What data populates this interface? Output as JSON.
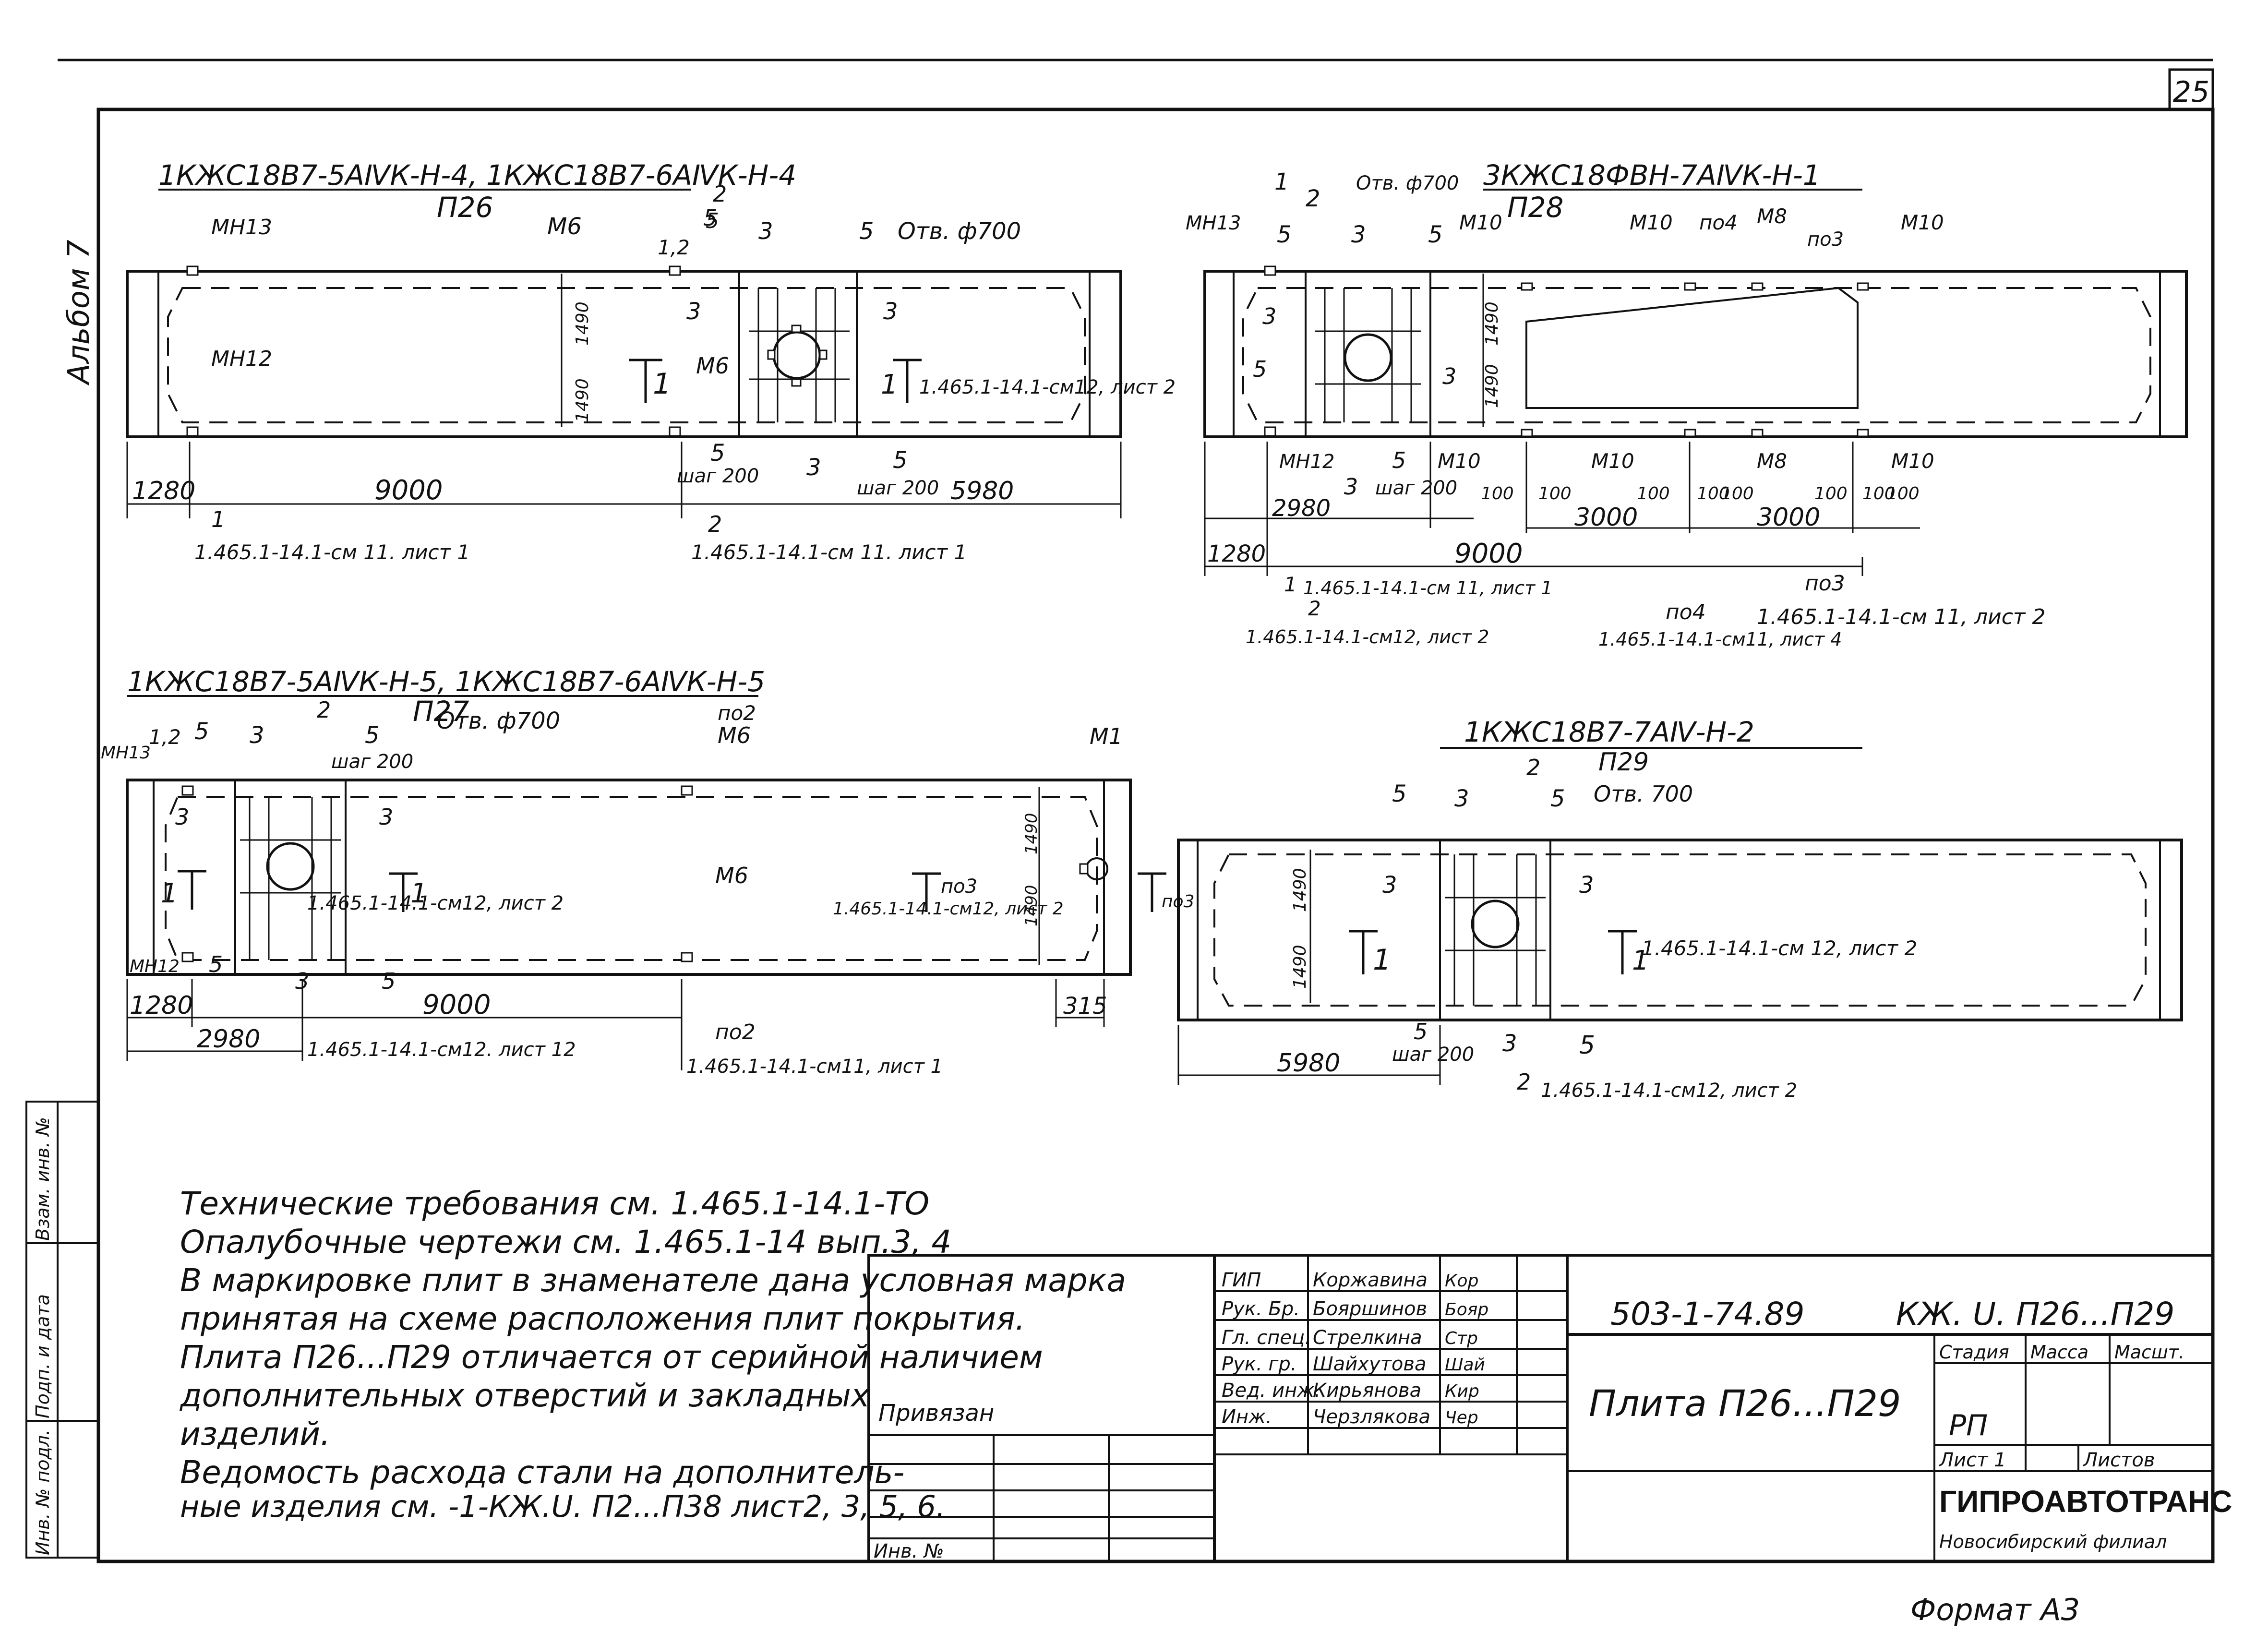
{
  "sheet": {
    "page_number": "25",
    "album_label": "Альбом 7",
    "format_label": "Формат А3"
  },
  "plates": {
    "p26": {
      "marks": "1КЖС18В7-5АⅣК-Н-4, 1КЖС18В7-6АⅣК-Н-4",
      "name": "П26",
      "dims": [
        "1280",
        "9000",
        "5980"
      ],
      "labels": [
        "МН13",
        "МН12",
        "М6",
        "М6",
        "1,2",
        "3",
        "3",
        "3",
        "5",
        "5",
        "Отв. ф700",
        "1490",
        "1490",
        "5",
        "шаг 200",
        "3",
        "5",
        "шаг 200"
      ],
      "sec_marks": [
        "2",
        "5",
        "1",
        "2"
      ],
      "refs": [
        "1.465.1-14.1-см 11. лист 1",
        "1.465.1-14.1-см 11. лист 1",
        "1.465.1-14.1-см12, лист 2"
      ]
    },
    "p28": {
      "marks": "3КЖС18ФВН-7АⅣК-Н-1",
      "name": "П28",
      "dims": [
        "2980",
        "1280",
        "9000",
        "3000",
        "3000",
        "100",
        "100",
        "100",
        "100",
        "100",
        "100",
        "100",
        "100"
      ],
      "labels": [
        "МН13",
        "1",
        "2",
        "Отв. ф700",
        "5",
        "3",
        "5",
        "М10",
        "М10",
        "по4",
        "М8",
        "по3",
        "М10",
        "3",
        "5",
        "3",
        "1490",
        "1490",
        "МН12",
        "5",
        "3",
        "шаг 200",
        "М10",
        "М10",
        "М8",
        "М10"
      ],
      "refs": [
        "1.465.1-14.1-см 11, лист 1",
        "1.465.1-14.1-см12, лист 2",
        "по4",
        "1.465.1-14.1-см11, лист 4",
        "по3",
        "1.465.1-14.1-см 11, лист 2",
        "1",
        "2"
      ]
    },
    "p27": {
      "marks": "1КЖС18В7-5АⅣК-Н-5, 1КЖС18В7-6АⅣК-Н-5",
      "name": "П27",
      "dims": [
        "1280",
        "9000",
        "2980",
        "315"
      ],
      "labels": [
        "МН13",
        "1,2",
        "5",
        "3",
        "5",
        "шаг 200",
        "Отв. ф700",
        "по2",
        "М6",
        "М1",
        "3",
        "3",
        "М6",
        "1490",
        "1490",
        "МН12",
        "5",
        "3",
        "5",
        "по3",
        "по3"
      ],
      "sec_marks": [
        "2"
      ],
      "refs": [
        "1.465.1-14.1-см12, лист 2",
        "1.465.1-14.1-см12, лист 2",
        "1.465.1-14.1-см12. лист 12",
        "по2",
        "1.465.1-14.1-см11, лист 1"
      ]
    },
    "p29": {
      "marks": "1КЖС18В7-7АⅣ-Н-2",
      "name": "П29",
      "dims": [
        "5980"
      ],
      "labels": [
        "5",
        "3",
        "2",
        "5",
        "Отв. 700",
        "3",
        "3",
        "1490",
        "1490",
        "5",
        "шаг 200",
        "3",
        "5"
      ],
      "refs": [
        "1.465.1-14.1-см 12, лист 2",
        "2",
        "1.465.1-14.1-см12, лист 2"
      ]
    }
  },
  "notes": [
    "Технические требования см. 1.465.1-14.1-ТО",
    "Опалубочные чертежи см. 1.465.1-14 вып.3, 4",
    "В маркировке плит в знаменателе дана условная марка",
    "принятая на схеме расположения плит покрытия.",
    "Плита П26...П29 отличается от серийной наличием",
    "дополнительных отверстий и закладных",
    "изделий.",
    "Ведомость расхода стали на дополнитель-",
    "ные изделия см. -1-КЖ.U. П2...П38 лист2, 3, 5, 6."
  ],
  "left_strip": [
    "Инв. № подл.",
    "Подп. и дата",
    "Взам. инв. №"
  ],
  "title_block": {
    "privyazan": "Привязан",
    "inv_no": "Инв. №",
    "roles": [
      {
        "role": "ГИП",
        "name": "Коржавина",
        "sign": "Кор"
      },
      {
        "role": "Рук. Бр.",
        "name": "Бояршинов",
        "sign": "Бояр"
      },
      {
        "role": "Гл. спец.",
        "name": "Стрелкина",
        "sign": "Стр"
      },
      {
        "role": "Рук. гр.",
        "name": "Шайхутова",
        "sign": "Шай"
      },
      {
        "role": "Вед. инж.",
        "name": "Кирьянова",
        "sign": "Кир"
      },
      {
        "role": "Инж.",
        "name": "Черзлякова",
        "sign": "Чер"
      }
    ],
    "code": "503-1-74.89",
    "code2": "КЖ. U. П26...П29",
    "title": "Плита П26...П29",
    "stadia_h": "Стадия",
    "massa_h": "Масса",
    "masht_h": "Масшт.",
    "stadia": "РП",
    "list": "Лист 1",
    "listov": "Листов",
    "org": "ГИПРОАВТОТРАНС",
    "org2": "Новосибирский филиал"
  }
}
